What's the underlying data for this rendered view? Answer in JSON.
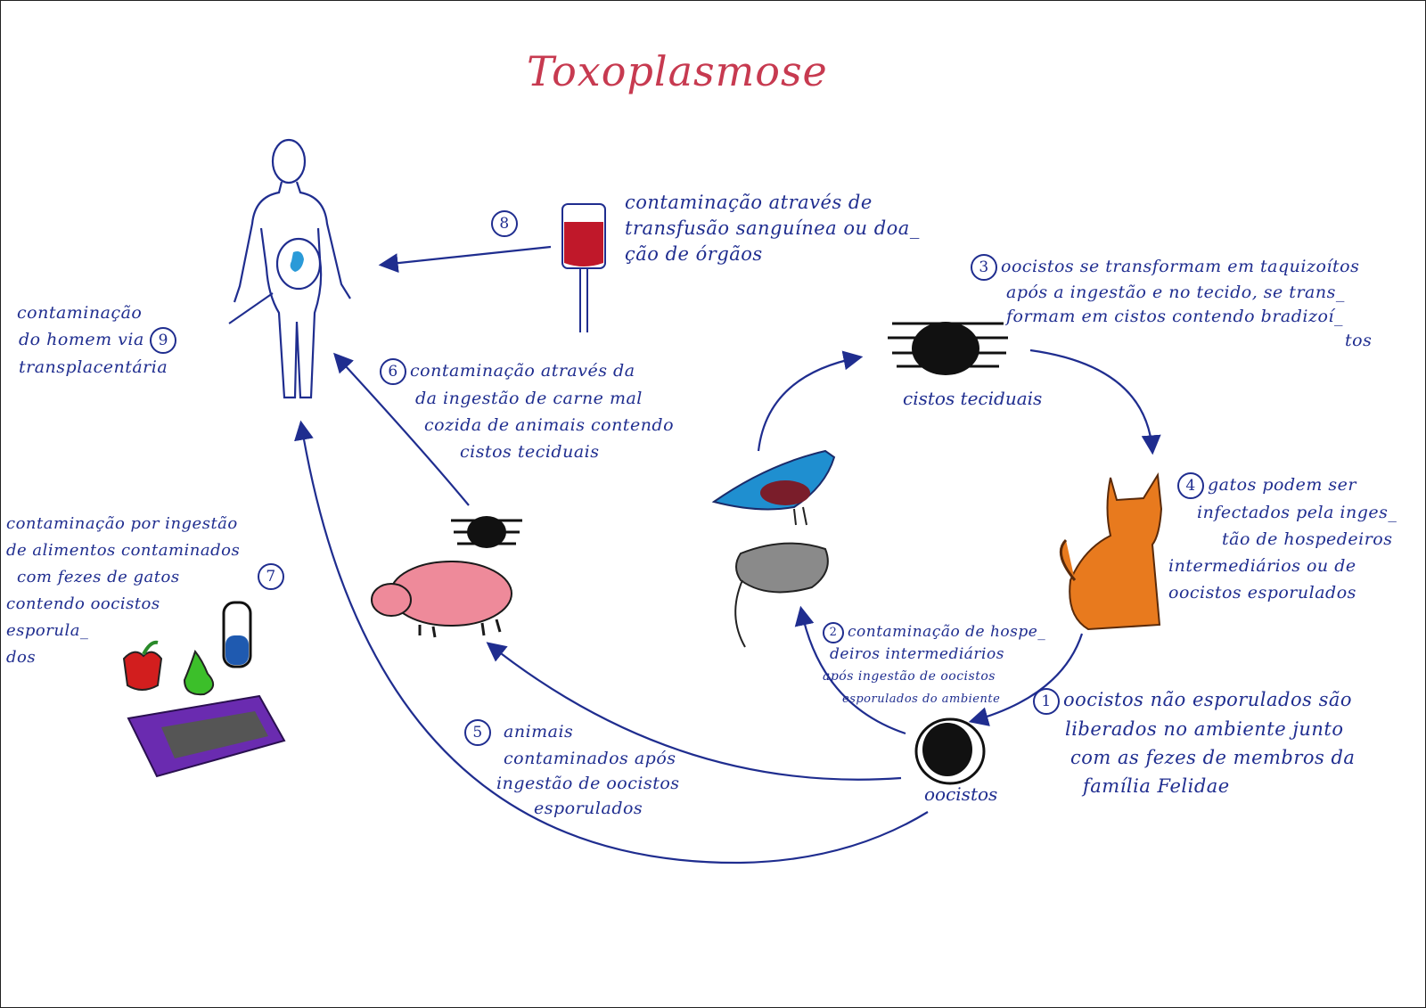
{
  "title": "Toxoplasmose",
  "steps": {
    "s1": {
      "number": "1",
      "lines": [
        "oocistos não esporulados são",
        "liberados no ambiente junto",
        "com as fezes de membros da",
        "família Felidae"
      ]
    },
    "s2": {
      "number": "2",
      "lines": [
        "contaminação de hospe_",
        "deiros intermediários",
        "após ingestão de oocistos",
        "esporulados do ambiente"
      ]
    },
    "s3": {
      "number": "3",
      "lines": [
        "oocistos se transformam em taquizoítos",
        "após a ingestão e no tecido, se trans_",
        "formam em cistos contendo bradizoí_",
        "tos"
      ]
    },
    "s4": {
      "number": "4",
      "lines": [
        "gatos podem ser",
        "infectados pela inges_",
        "tão de hospedeiros",
        "intermediários ou de",
        "oocistos esporulados"
      ]
    },
    "s5": {
      "number": "5",
      "lines": [
        "animais",
        "contaminados após",
        "ingestão de oocistos",
        "esporulados"
      ]
    },
    "s6": {
      "number": "6",
      "lines": [
        "contaminação através da",
        "da ingestão de carne mal",
        "cozida de animais contendo",
        "cistos teciduais"
      ]
    },
    "s7": {
      "number": "7",
      "lines": [
        "contaminação por ingestão",
        "de alimentos contaminados",
        "com fezes de gatos",
        "contendo oocistos",
        "esporula_",
        "dos"
      ]
    },
    "s8": {
      "number": "8",
      "lines": [
        "contaminação através de",
        "transfusão sanguínea ou doa_",
        "ção de órgãos"
      ]
    },
    "s9": {
      "number": "9",
      "lines": [
        "contaminação",
        "do homem via",
        "transplacentária"
      ]
    }
  },
  "labels": {
    "tissue_cysts": "cistos teciduais",
    "oocysts": "oocistos"
  },
  "colors": {
    "ink": "#1f2d8f",
    "title": "#c73a50",
    "blood": "#c0182a",
    "cat": "#e87a1e",
    "pig": "#ee8a9a",
    "bird": "#1f8fd0",
    "rat": "#8a8a8a",
    "litter": "#6a2bb0"
  }
}
